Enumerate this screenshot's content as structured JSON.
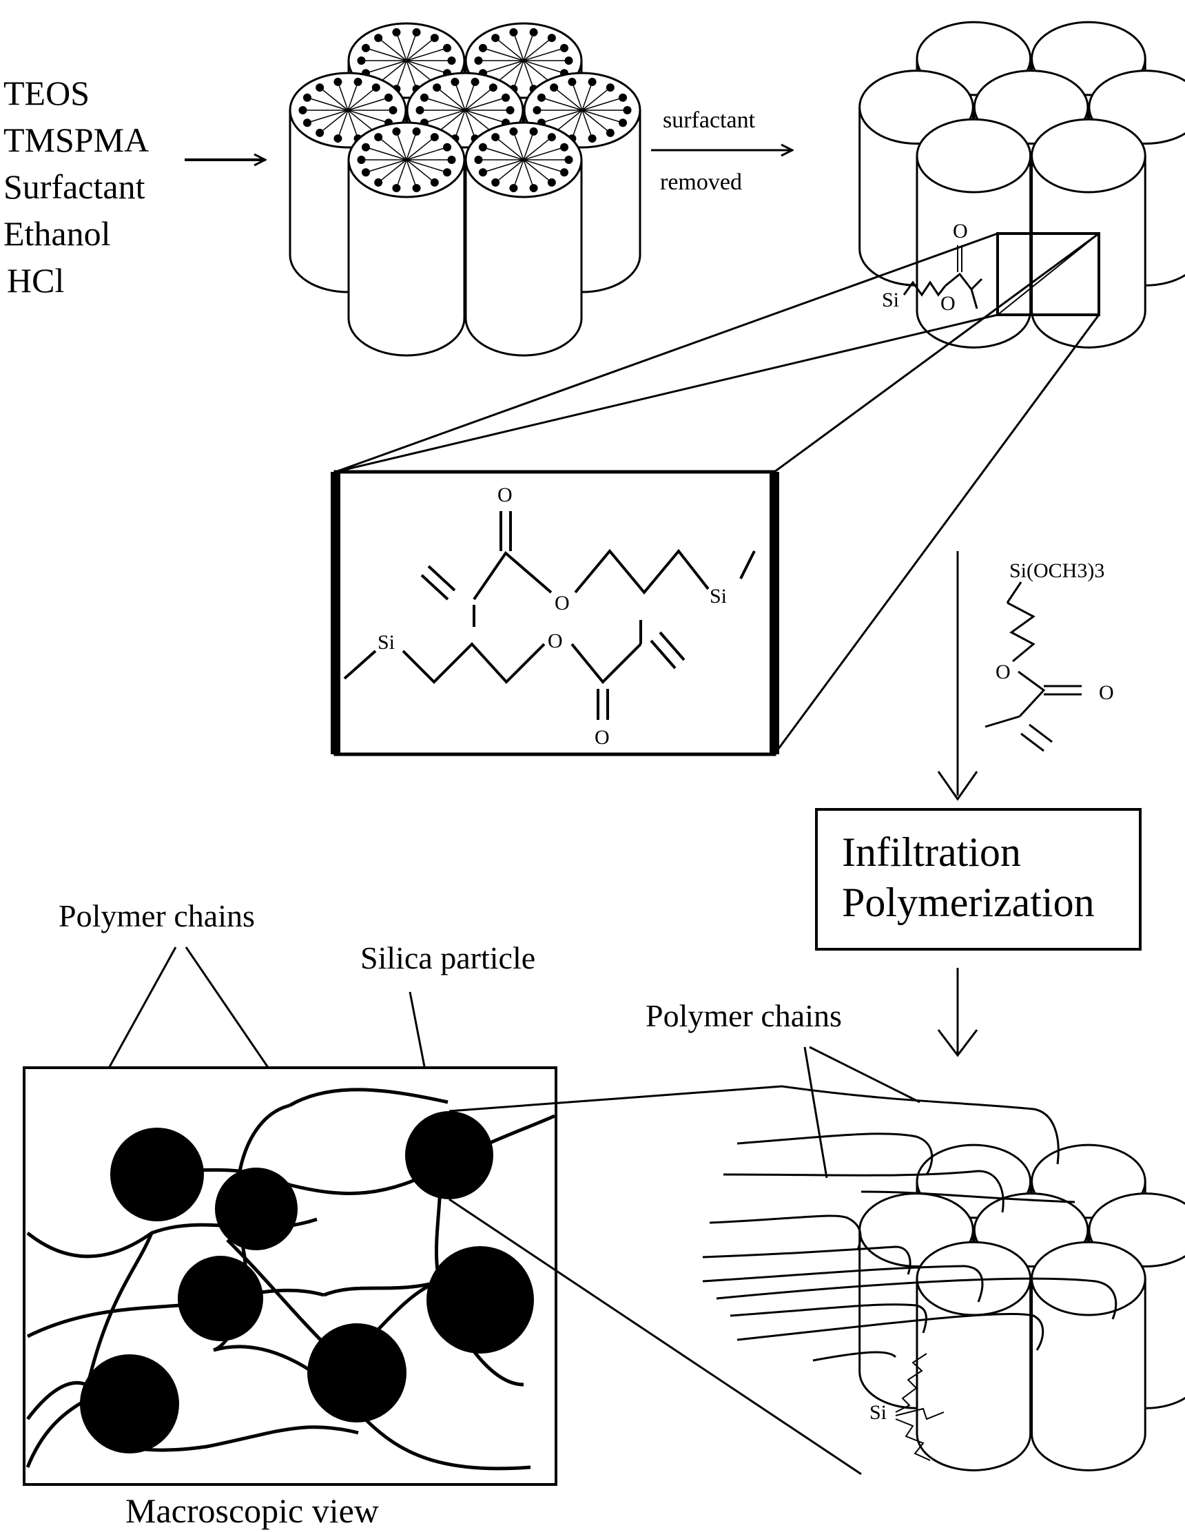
{
  "reagents": [
    "TEOS",
    "TMSPMA",
    "Surfactant",
    "Ethanol",
    "HCl"
  ],
  "step1": {
    "top": "surfactant",
    "bottom": "removed"
  },
  "zoom": {
    "si_a": "Si",
    "si_b": "Si",
    "o_top": "O",
    "o_mid": "O",
    "o_mid2": "O",
    "o_bottom": "O"
  },
  "small_chem": {
    "si": "Si",
    "o_top": "O",
    "o_bottom": "O"
  },
  "monomer": {
    "si_group": "Si(OCH3)3",
    "o_ester": "O",
    "o_carbonyl": "O"
  },
  "process_box": {
    "line1": "Infiltration",
    "line2": "Polymerization"
  },
  "labels": {
    "polymer_chains_left": "Polymer chains",
    "silica_particle": "Silica particle",
    "polymer_chains_right": "Polymer chains",
    "macroscopic_view": "Macroscopic view",
    "si_final": "Si"
  }
}
